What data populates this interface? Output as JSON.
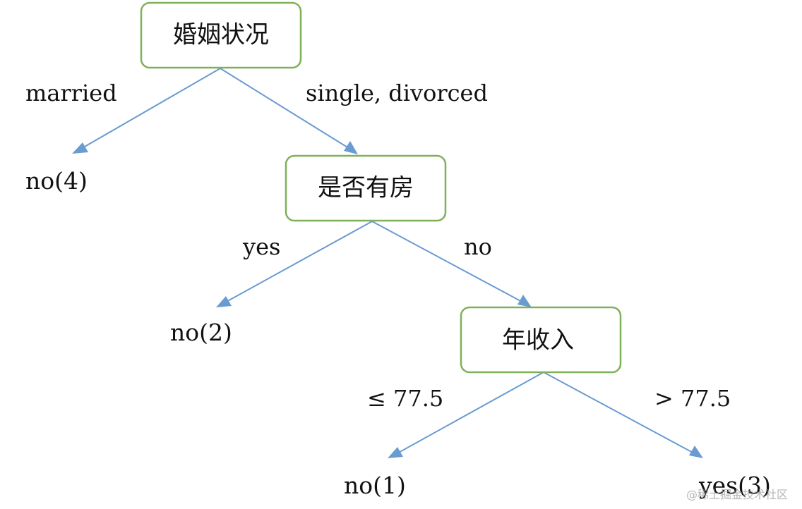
{
  "colors": {
    "node_border": "#7fb05a",
    "edge": "#6a9bd1",
    "text": "#111111"
  },
  "nodes": {
    "marriage": {
      "label": "婚姻状况"
    },
    "house": {
      "label": "是否有房"
    },
    "income": {
      "label": "年收入"
    }
  },
  "edges": {
    "married": "married",
    "single_divorced": "single, divorced",
    "yes": "yes",
    "no": "no",
    "le": "≤ 77.5",
    "gt": "> 77.5"
  },
  "leaves": {
    "no4": "no(4)",
    "no2": "no(2)",
    "no1": "no(1)",
    "yes3": "yes(3)"
  },
  "watermark": "@稀土掘金技术社区"
}
